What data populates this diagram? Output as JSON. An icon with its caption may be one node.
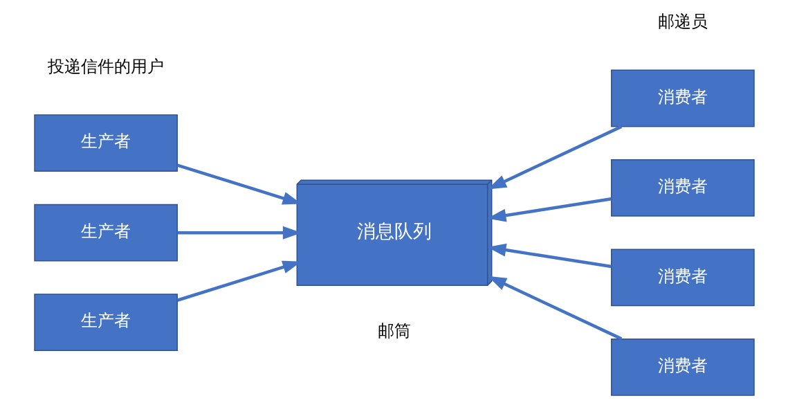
{
  "diagram": {
    "nodes": [
      {
        "text": [
          "生产者"
        ]
      },
      {
        "text": [
          "生产者"
        ]
      },
      {
        "text": [
          "生产者"
        ]
      },
      {
        "text": [
          "消息队列"
        ],
        "beside": [
          "邮筒"
        ]
      },
      {
        "text": [
          "消费者"
        ]
      },
      {
        "text": [
          "消费者"
        ]
      },
      {
        "text": [
          "消费者"
        ]
      },
      {
        "text": [
          "消费者"
        ]
      }
    ],
    "edges": [
      {
        "from": 0,
        "to": 3,
        "arrow": "to"
      },
      {
        "from": 1,
        "to": 3,
        "arrow": "to"
      },
      {
        "from": 2,
        "to": 3,
        "arrow": "to"
      },
      {
        "from": 4,
        "to": 3,
        "arrow": "to"
      },
      {
        "from": 5,
        "to": 3,
        "arrow": "to"
      },
      {
        "from": 6,
        "to": 3,
        "arrow": "to"
      },
      {
        "from": 7,
        "to": 3,
        "arrow": "to"
      }
    ],
    "labels": [
      "投递信件的用户",
      "邮递员"
    ]
  }
}
